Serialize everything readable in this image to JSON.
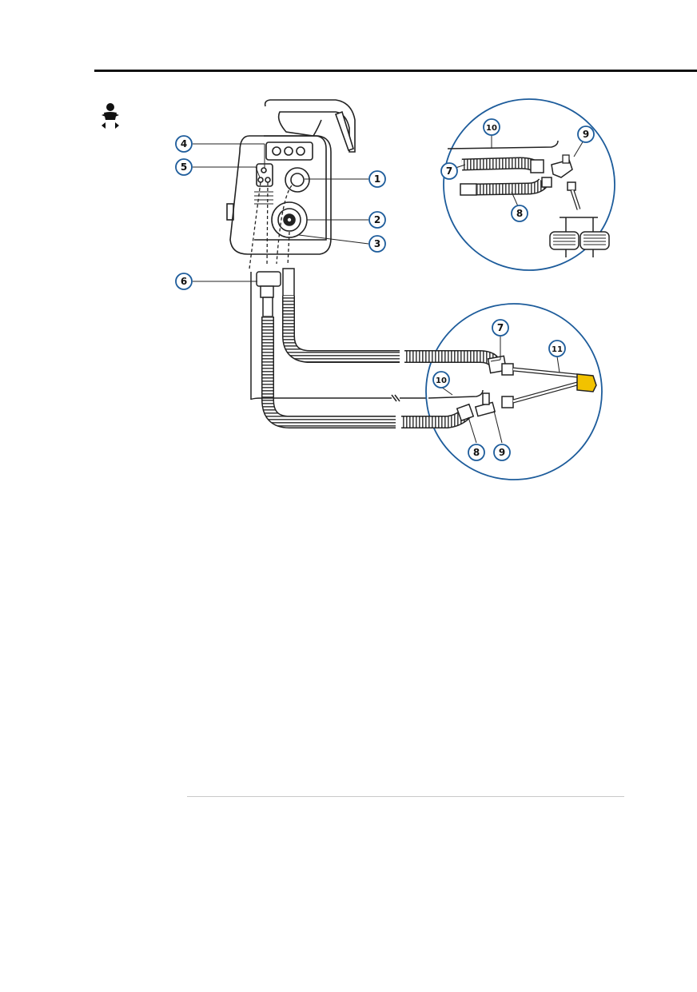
{
  "page": {
    "audience_icon": "infant-icon"
  },
  "colors": {
    "callout_ring": "#1d5c9b",
    "detail_circle": "#1d5c9b",
    "flow_sensor_connector": "#f2c200",
    "line_art": "#222222"
  },
  "callouts": [
    {
      "id": "1",
      "label": "1"
    },
    {
      "id": "2",
      "label": "2"
    },
    {
      "id": "3",
      "label": "3"
    },
    {
      "id": "4",
      "label": "4"
    },
    {
      "id": "5",
      "label": "5"
    },
    {
      "id": "6",
      "label": "6"
    },
    {
      "id": "7",
      "label": "7"
    },
    {
      "id": "8",
      "label": "8"
    },
    {
      "id": "9",
      "label": "9"
    },
    {
      "id": "10",
      "label": "10"
    },
    {
      "id": "11",
      "label": "11"
    }
  ],
  "detail_callouts": [
    {
      "id": "10",
      "label": "10"
    },
    {
      "id": "9",
      "label": "9"
    },
    {
      "id": "7",
      "label": "7"
    },
    {
      "id": "8",
      "label": "8"
    }
  ]
}
